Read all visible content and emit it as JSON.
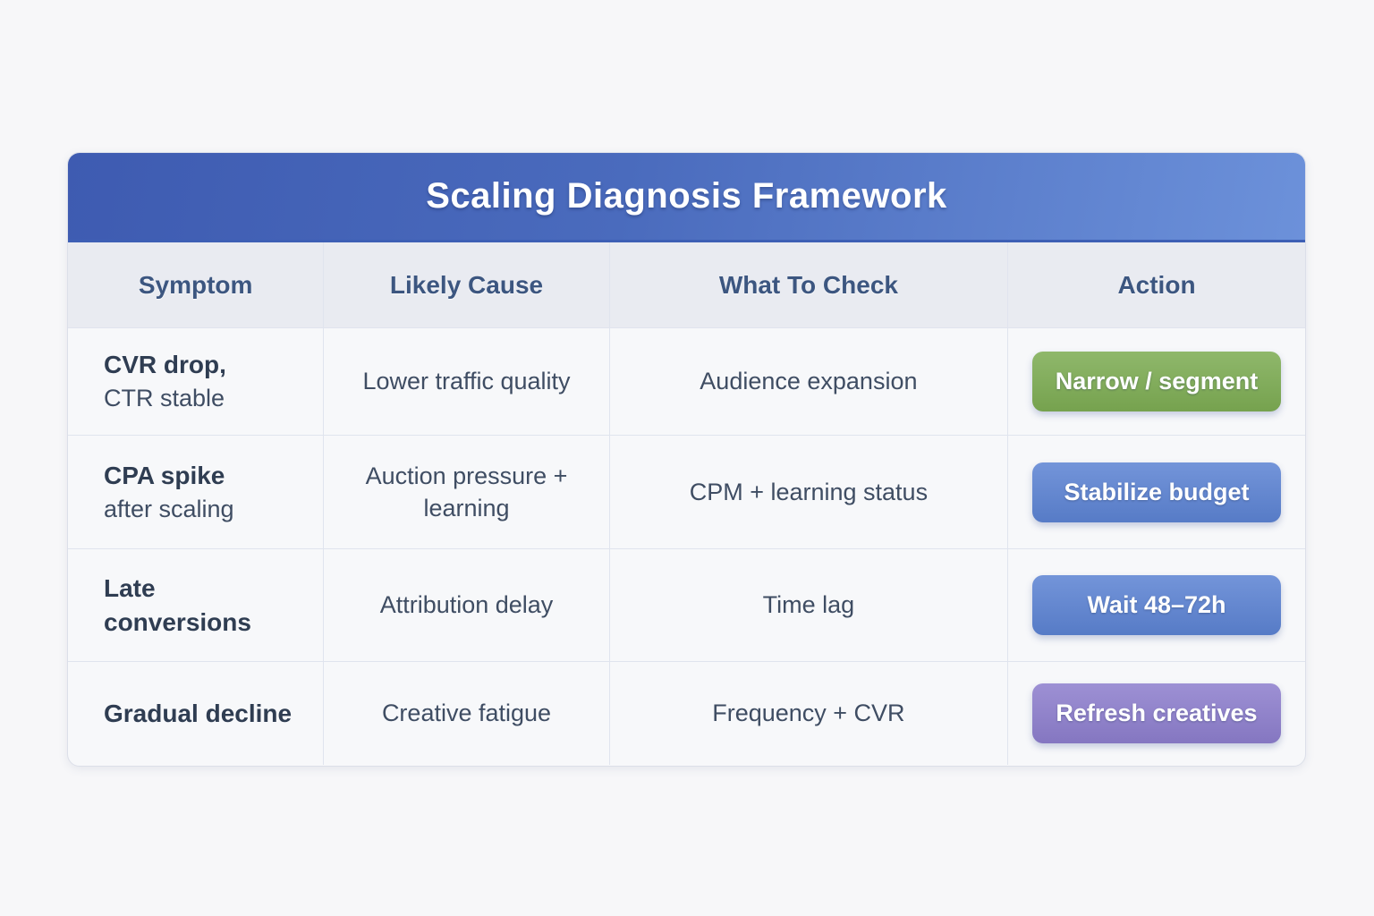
{
  "page": {
    "background": "#f7f7f9"
  },
  "card": {
    "title": "Scaling Diagnosis Framework",
    "header_gradient_left": "#3e5bb1",
    "header_gradient_right": "#6c91da",
    "columns": {
      "symptom": "Symptom",
      "cause": "Likely Cause",
      "check": "What To Check",
      "action": "Action"
    },
    "rows": [
      {
        "symptom_bold": "CVR drop,",
        "symptom_rest": "CTR stable",
        "cause": "Lower traffic quality",
        "check": "Audience expansion",
        "action": {
          "label": "Narrow / segment",
          "color": "#7dac53"
        }
      },
      {
        "symptom_bold": "CPA spike",
        "symptom_rest": "after scaling",
        "cause": "Auction pressure + learning",
        "check": "CPM + learning status",
        "action": {
          "label": "Stabilize budget",
          "color": "#5c83d3"
        }
      },
      {
        "symptom_bold": "Late conversions",
        "symptom_rest": "",
        "cause": "Attribution delay",
        "check": "Time lag",
        "action": {
          "label": "Wait 48–72h",
          "color": "#5c83d3"
        }
      },
      {
        "symptom_bold": "Gradual decline",
        "symptom_rest": "",
        "cause": "Creative fatigue",
        "check": "Frequency + CVR",
        "action": {
          "label": "Refresh creatives",
          "color": "#8d7ecd"
        }
      }
    ]
  }
}
